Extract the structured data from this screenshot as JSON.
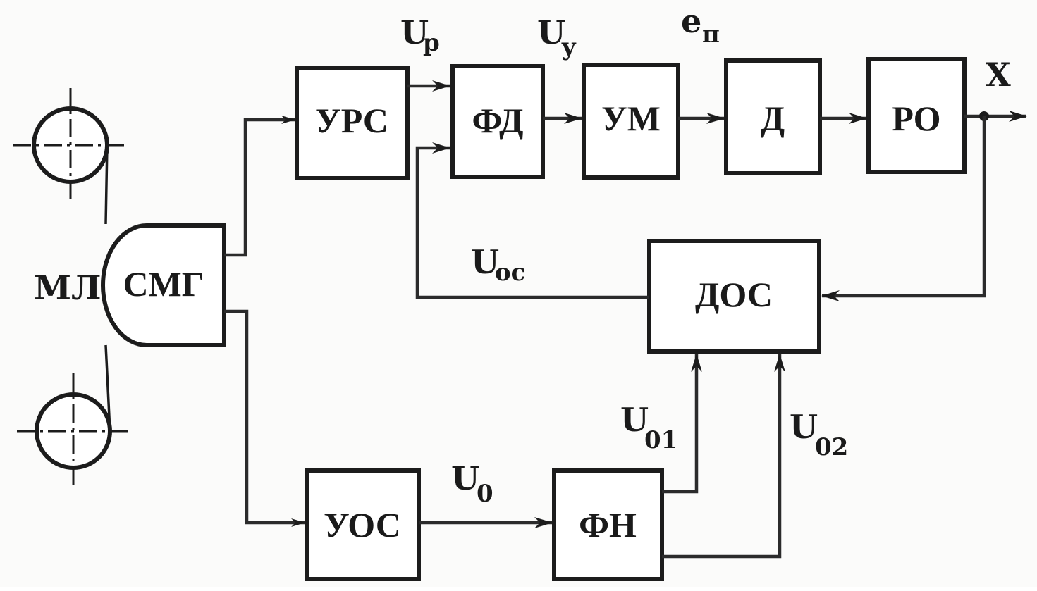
{
  "blocks": {
    "urs": "УРС",
    "fd": "ФД",
    "um": "УМ",
    "d": "Д",
    "ro": "РО",
    "dos": "ДОС",
    "uos": "УОС",
    "fn": "ФН",
    "smg": "СМГ"
  },
  "labels": {
    "ml": "МЛ",
    "output_x": "X"
  },
  "signals": {
    "up": {
      "main": "U",
      "sub": "р"
    },
    "uy": {
      "main": "U",
      "sub": "у"
    },
    "en": {
      "main": "e",
      "sub": "п"
    },
    "uoc": {
      "main": "U",
      "sub": "ос"
    },
    "u01": {
      "main": "U",
      "sub": "01"
    },
    "u02": {
      "main": "U",
      "sub": "02"
    },
    "u0": {
      "main": "U",
      "sub": "0"
    }
  }
}
